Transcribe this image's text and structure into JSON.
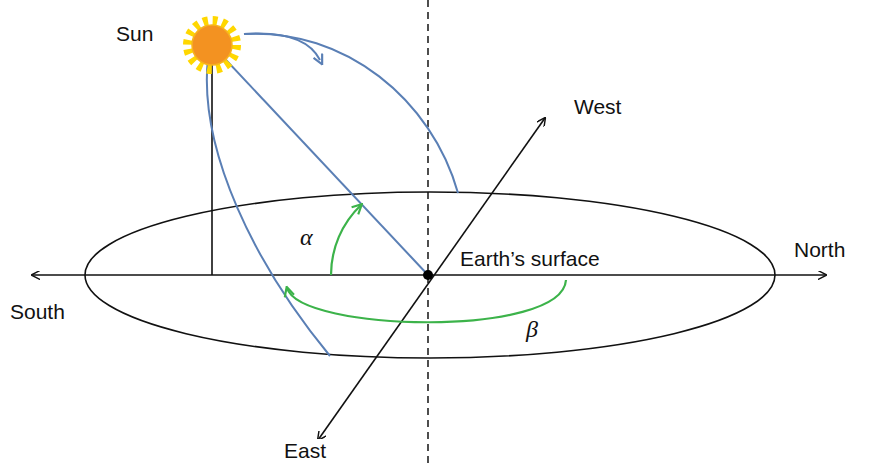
{
  "diagram": {
    "labels": [
      "Sun",
      "West",
      "α",
      "Earth’s surface",
      "North",
      "South",
      "β",
      "East"
    ]
  }
}
